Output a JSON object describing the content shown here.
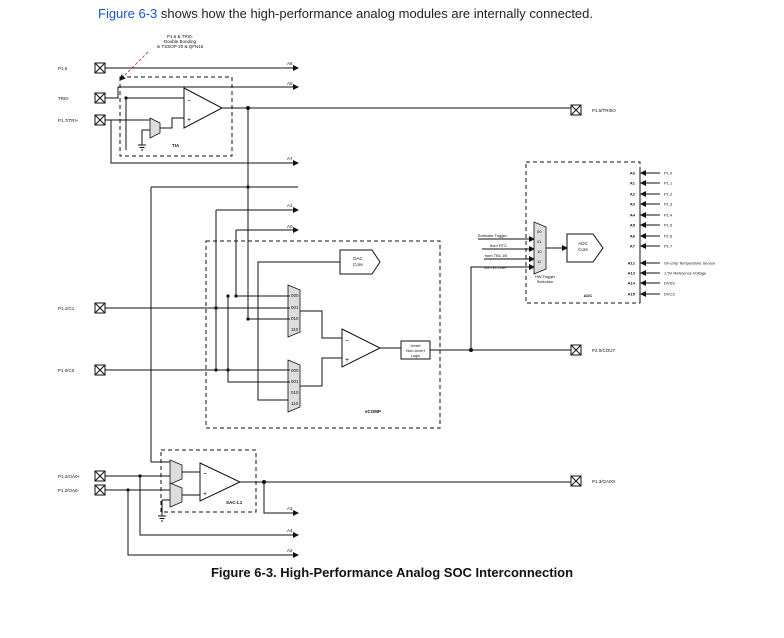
{
  "intro": {
    "link": "Figure 6-3",
    "rest": " shows how the high-performance analog modules are internally connected."
  },
  "caption": "Figure 6-3. High-Performance Analog SOC Interconnection",
  "note": [
    "P1.6 & TRI0-",
    "Double Bonding",
    "in TSSOP-20 & QFN16"
  ],
  "pins_left": {
    "p16": "P1.6",
    "tri0m": "TRI0-",
    "p17": "P1.7/TRI+",
    "p11": "P1.1/C1",
    "p10": "P1.0/C0",
    "p14": "P1.4/OA0+",
    "p12": "P1.2/OA0-"
  },
  "pins_right": {
    "p15": "P1.5/TRI0O",
    "p20": "P2.0/COUT",
    "p13": "P1.3/OA0O"
  },
  "bus": {
    "a6": "A6",
    "a5": "A5",
    "a7": "A7",
    "a1": "A1",
    "a0": "A0",
    "a3": "A3",
    "a4": "A4",
    "a2": "A2"
  },
  "tia": {
    "label": "TIA"
  },
  "dac": {
    "line1": "DAC",
    "line2": "Core"
  },
  "ecomp": {
    "label": "eCOMP"
  },
  "invert": {
    "line1": "Invert",
    "line2": "Non-Invert",
    "line3": "Logic"
  },
  "mux_codes": [
    "000",
    "001",
    "010",
    "110"
  ],
  "sac": {
    "label": "SAC-L1"
  },
  "adc": {
    "label": "ADC",
    "core1": "ADC",
    "core2": "Core",
    "trigger_sources": [
      "Software Trigger",
      "from RTC",
      "from TB1.1B",
      "from eCOMP"
    ],
    "trigger_codes": [
      "00",
      "01",
      "10",
      "11"
    ],
    "trigger_label1": "HW Trigger",
    "trigger_label2": "Selection",
    "channels": [
      {
        "ch": "A0",
        "src": "P1.0"
      },
      {
        "ch": "A1",
        "src": "P1.1"
      },
      {
        "ch": "A2",
        "src": "P1.2"
      },
      {
        "ch": "A3",
        "src": "P1.3"
      },
      {
        "ch": "A4",
        "src": "P1.4"
      },
      {
        "ch": "A5",
        "src": "P1.5"
      },
      {
        "ch": "A6",
        "src": "P1.6"
      },
      {
        "ch": "A7",
        "src": "P1.7"
      },
      {
        "ch": "A12",
        "src": "On-chip Temperature Sensor"
      },
      {
        "ch": "A13",
        "src": "1.5V Reference Voltage"
      },
      {
        "ch": "A14",
        "src": "DVSS"
      },
      {
        "ch": "A15",
        "src": "DVCC"
      }
    ]
  }
}
